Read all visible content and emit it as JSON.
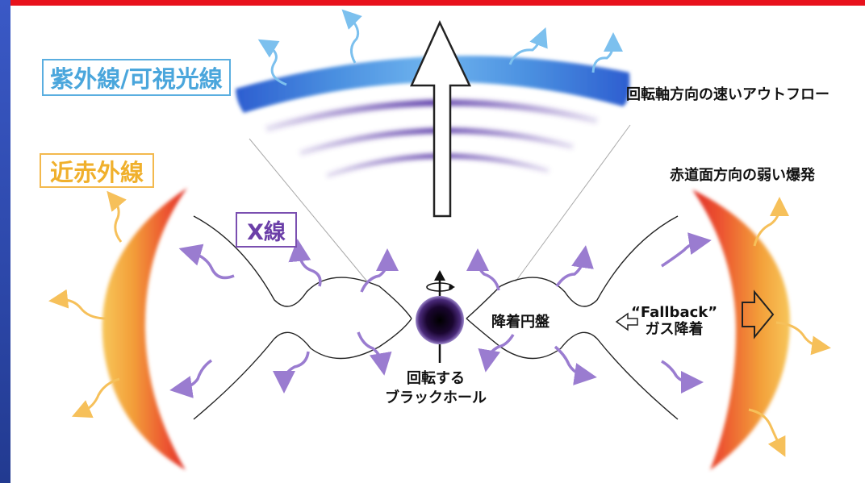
{
  "labels": {
    "uv": "紫外線/可視光線",
    "near_infrared": "近赤外線",
    "xray": "X線",
    "polar_outflow": "回転軸方向の速いアウトフロー",
    "equatorial_explosion": "赤道面方向の弱い爆発",
    "accretion_disk": "降着円盤",
    "fallback_line1": "“Fallback”",
    "fallback_line2": "ガス降着",
    "black_hole_line1": "回転する",
    "black_hole_line2": "ブラックホール"
  },
  "colors": {
    "top_bar": "#e8121c",
    "side_bar": "#2c47a8",
    "uv_blue": "#4aa6dc",
    "nir_orange": "#f0b02c",
    "xray_purple": "#6b3fa8",
    "shell_red": "#e8302a",
    "black_hole": "#2a1040"
  },
  "icons": [
    "black-hole-icon",
    "spin-axis-icon",
    "hollow-up-arrow-icon",
    "fallback-arrow-icon",
    "emission-arrow-icon"
  ]
}
